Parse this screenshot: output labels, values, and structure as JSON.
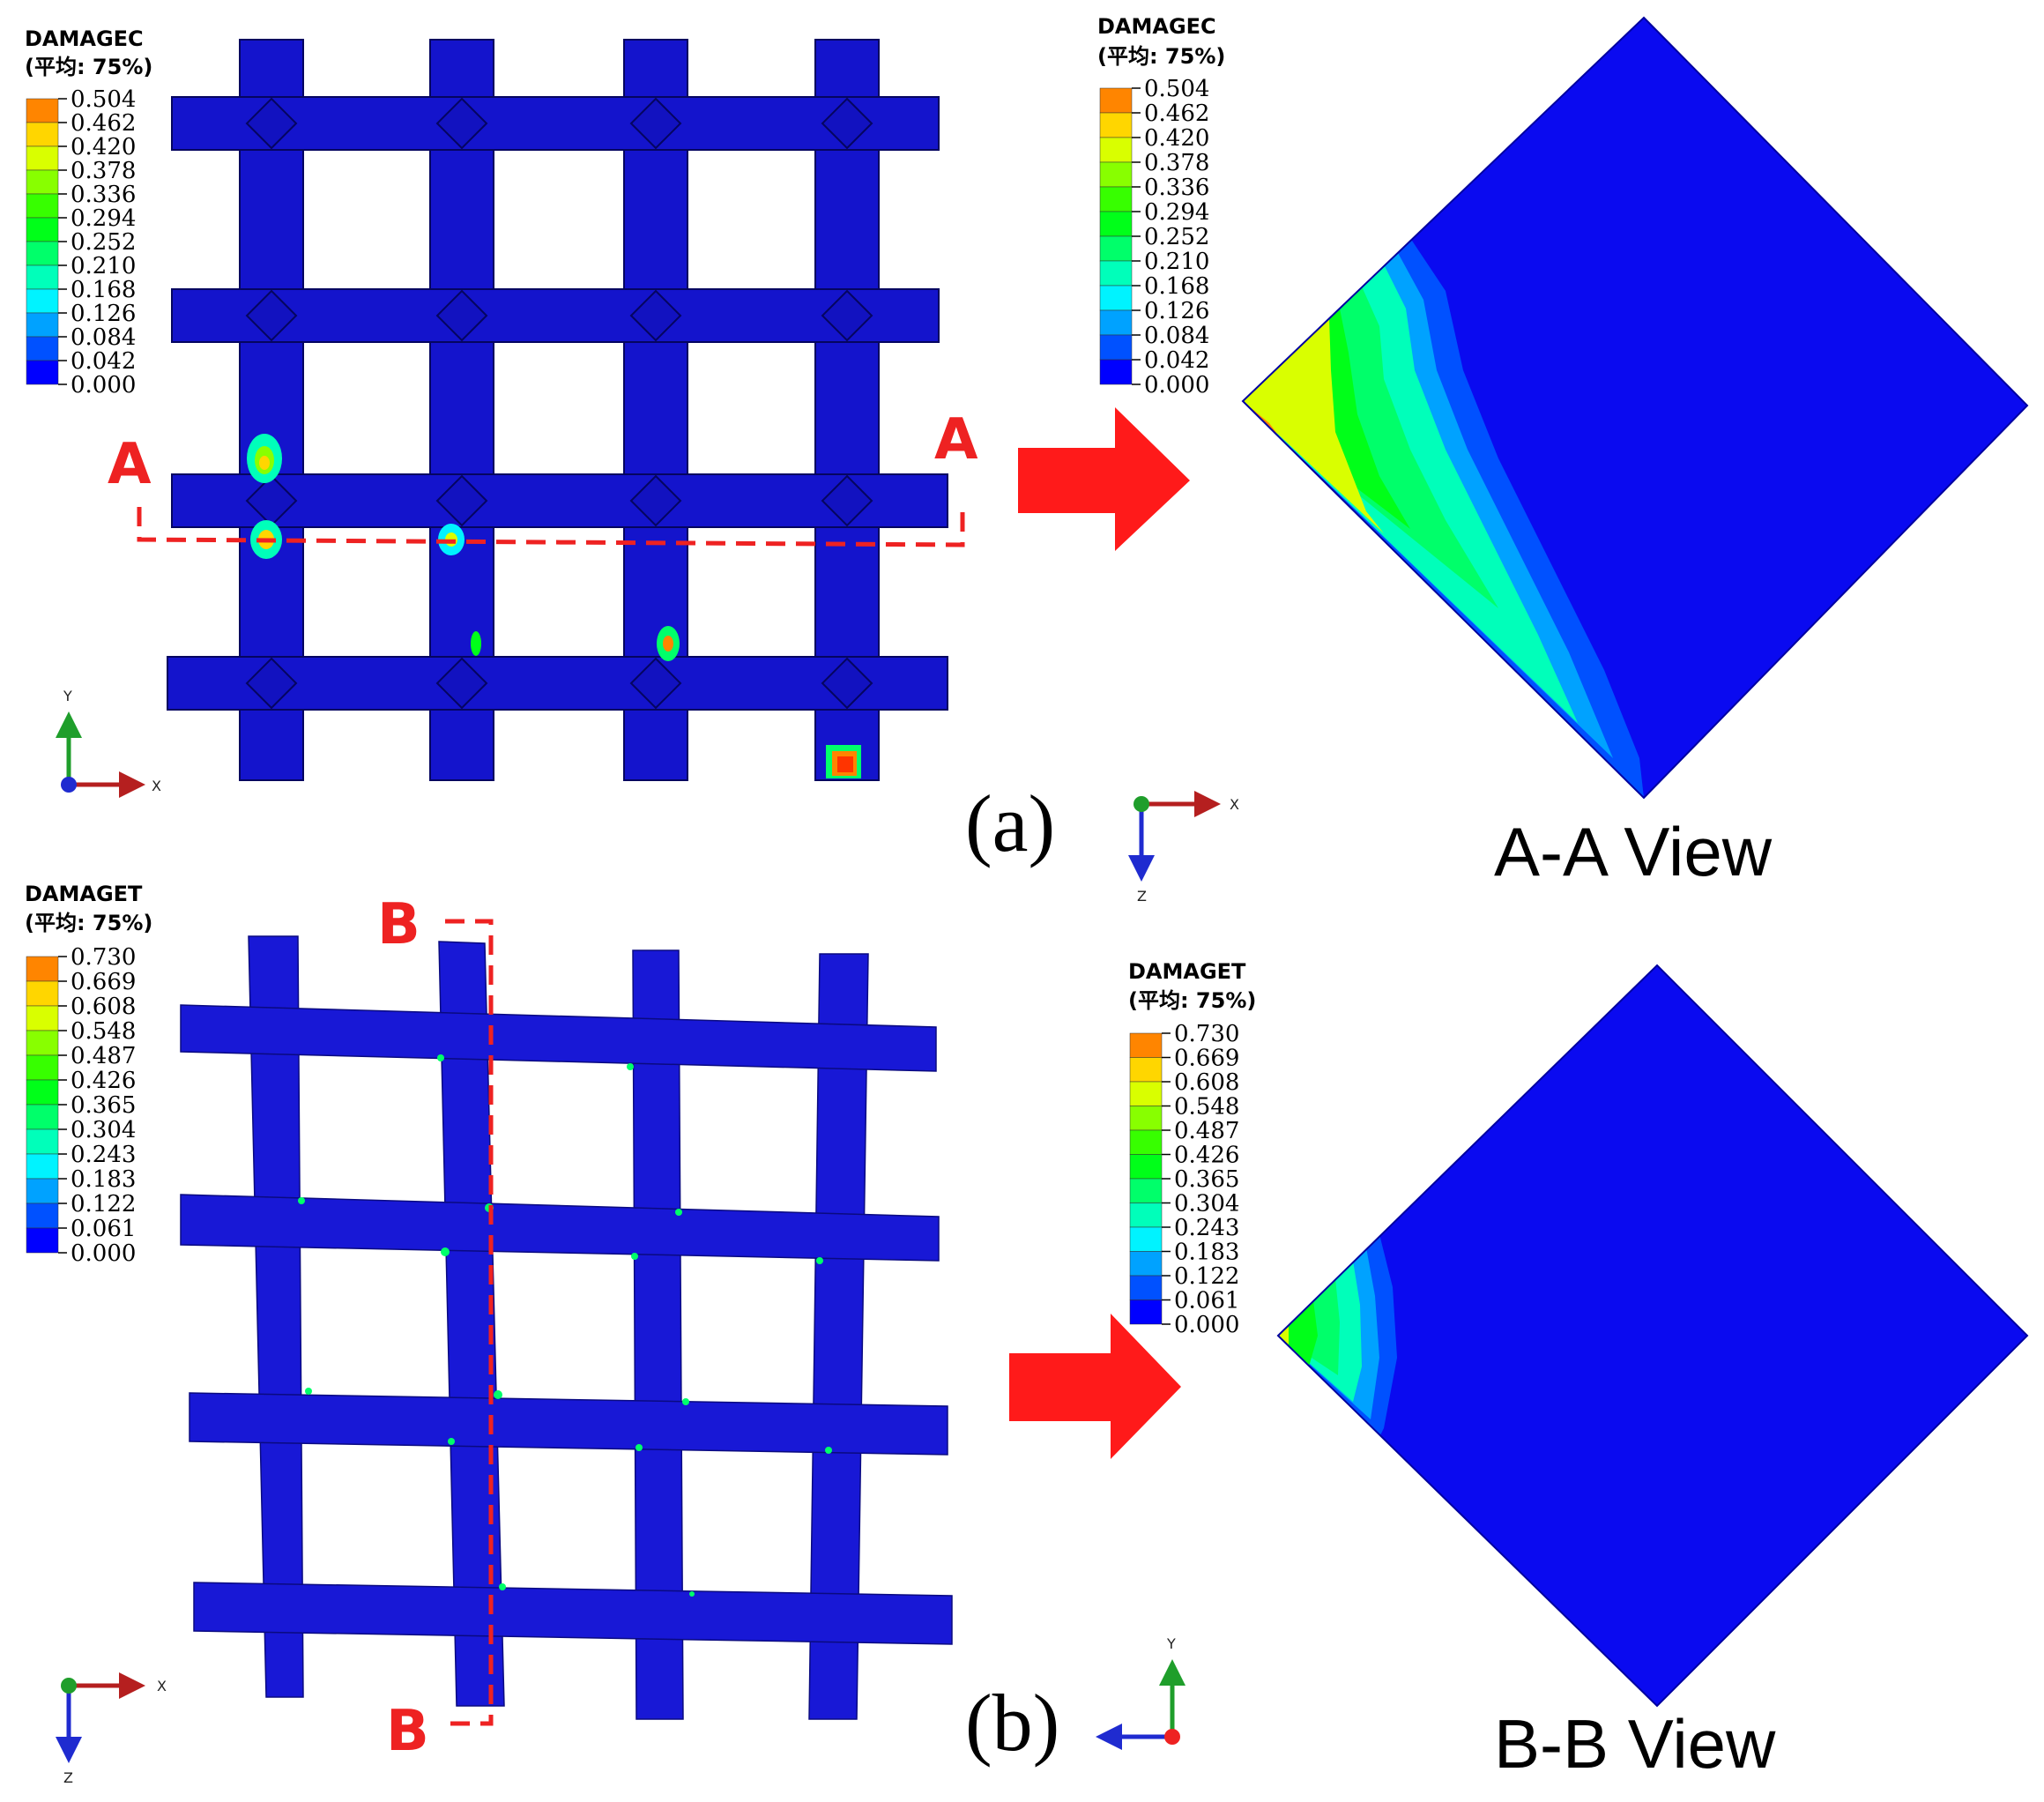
{
  "colors": {
    "dmg": [
      "#0000ff",
      "#0051ff",
      "#00a2ff",
      "#00f3ff",
      "#00ffba",
      "#00ff6a",
      "#00ff19",
      "#37ff00",
      "#88ff00",
      "#d9ff00",
      "#ffd600",
      "#ff8500",
      "#ff3400"
    ],
    "beam": "#1414cc",
    "section_line": "#ee2222",
    "arrow": "#ff1a1a",
    "axis_x": "#b51f1f",
    "axis_y": "#1f9e2b",
    "axis_z": "#1f2bd0"
  },
  "panel_a": {
    "legend": {
      "title": "DAMAGEC",
      "subtitle": "(平均: 75%)",
      "ticks": [
        "0.504",
        "0.462",
        "0.420",
        "0.378",
        "0.336",
        "0.294",
        "0.252",
        "0.210",
        "0.168",
        "0.126",
        "0.084",
        "0.042",
        "0.000"
      ]
    },
    "section_letter_left": "A",
    "section_letter_right": "A",
    "label": "(a)",
    "triad": {
      "vertical": "Y",
      "horizontal": "X"
    }
  },
  "panel_a_view": {
    "legend": {
      "title": "DAMAGEC",
      "subtitle": "(平均: 75%)",
      "ticks": [
        "0.504",
        "0.462",
        "0.420",
        "0.378",
        "0.336",
        "0.294",
        "0.252",
        "0.210",
        "0.168",
        "0.126",
        "0.084",
        "0.042",
        "0.000"
      ]
    },
    "triad": {
      "horizontal": "X",
      "vertical": "Z"
    },
    "title": "A-A View"
  },
  "panel_b": {
    "legend": {
      "title": "DAMAGET",
      "subtitle": "(平均: 75%)",
      "ticks": [
        "0.730",
        "0.669",
        "0.608",
        "0.548",
        "0.487",
        "0.426",
        "0.365",
        "0.304",
        "0.243",
        "0.183",
        "0.122",
        "0.061",
        "0.000"
      ]
    },
    "section_letter_top": "B",
    "section_letter_bottom": "B",
    "label": "(b)",
    "triad": {
      "horizontal": "X",
      "vertical": "Z"
    }
  },
  "panel_b_view": {
    "legend": {
      "title": "DAMAGET",
      "subtitle": "(平均: 75%)",
      "ticks": [
        "0.730",
        "0.669",
        "0.608",
        "0.548",
        "0.487",
        "0.426",
        "0.365",
        "0.304",
        "0.243",
        "0.183",
        "0.122",
        "0.061",
        "0.000"
      ]
    },
    "triad": {
      "vertical": "Y"
    },
    "title": "B-B View"
  }
}
